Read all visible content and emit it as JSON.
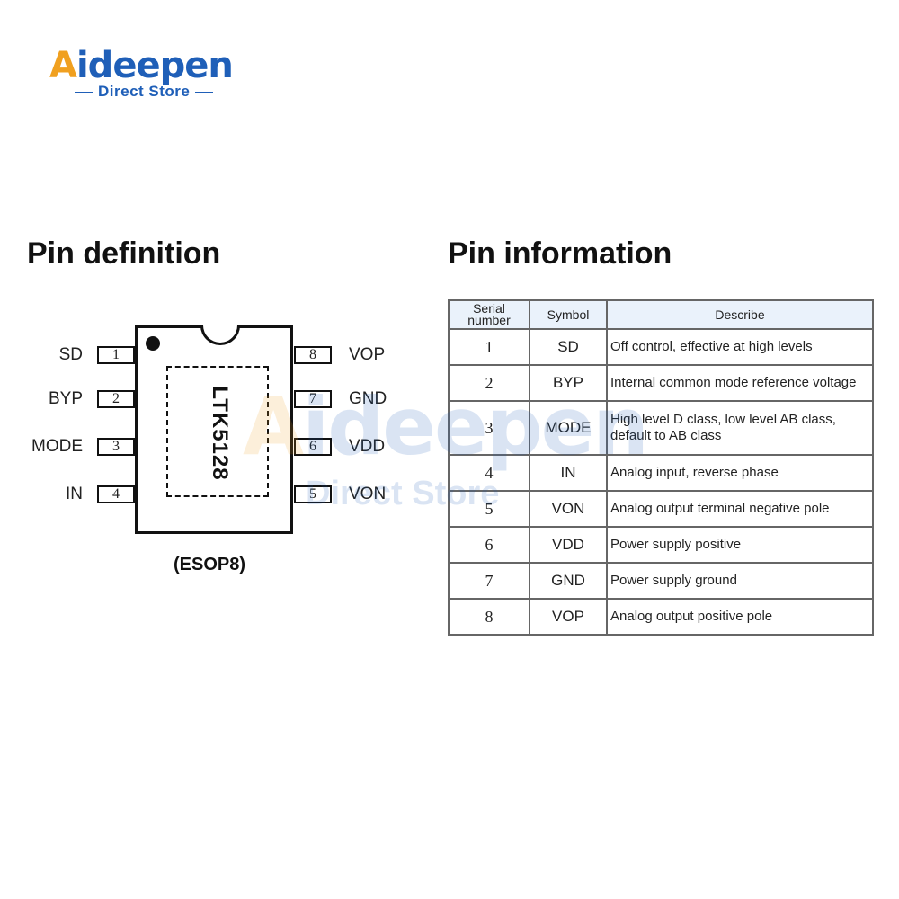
{
  "brand": {
    "logo_text": "Aideepen",
    "logo_sub": "Direct Store",
    "primary_color": "#1f5fb8",
    "accent_color": "#f0a020"
  },
  "sections": {
    "left_title": "Pin definition",
    "right_title": "Pin information"
  },
  "chip": {
    "name": "LTK5128",
    "package": "(ESOP8)",
    "left_pins": [
      {
        "number": "1",
        "label": "SD"
      },
      {
        "number": "2",
        "label": "BYP"
      },
      {
        "number": "3",
        "label": "MODE"
      },
      {
        "number": "4",
        "label": "IN"
      }
    ],
    "right_pins": [
      {
        "number": "8",
        "label": "VOP"
      },
      {
        "number": "7",
        "label": "GND"
      },
      {
        "number": "6",
        "label": "VDD"
      },
      {
        "number": "5",
        "label": "VON"
      }
    ]
  },
  "table": {
    "headers": {
      "serial_line1": "Serial",
      "serial_line2": "number",
      "symbol": "Symbol",
      "describe": "Describe"
    },
    "rows": [
      {
        "num": "1",
        "symbol": "SD",
        "description": "Off control, effective at high levels"
      },
      {
        "num": "2",
        "symbol": "BYP",
        "description": "Internal common mode reference voltage"
      },
      {
        "num": "3",
        "symbol": "MODE",
        "description": "High level D class, low level AB class, default to AB class"
      },
      {
        "num": "4",
        "symbol": "IN",
        "description": "Analog input, reverse phase"
      },
      {
        "num": "5",
        "symbol": "VON",
        "description": "Analog output terminal negative pole"
      },
      {
        "num": "6",
        "symbol": "VDD",
        "description": "Power supply positive"
      },
      {
        "num": "7",
        "symbol": "GND",
        "description": "Power supply ground"
      },
      {
        "num": "8",
        "symbol": "VOP",
        "description": "Analog output positive pole"
      }
    ]
  }
}
